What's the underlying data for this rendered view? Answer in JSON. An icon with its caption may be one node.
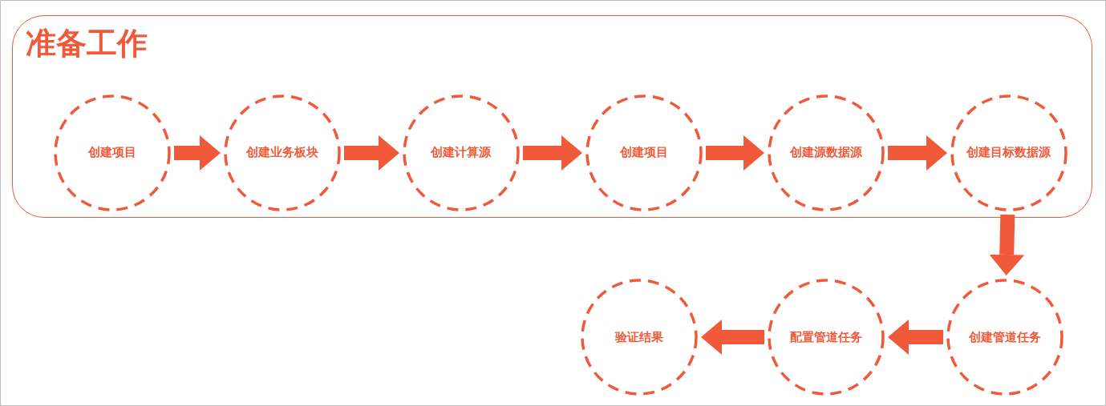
{
  "diagram": {
    "nodes": [
      {
        "text": [
          "准备工作"
        ]
      },
      {
        "text": [
          "创建项目"
        ],
        "in": 0
      },
      {
        "text": [
          "创建业务板块"
        ],
        "in": 0
      },
      {
        "text": [
          "创建计算源"
        ],
        "in": 0
      },
      {
        "text": [
          "创建项目"
        ],
        "in": 0
      },
      {
        "text": [
          "创建源数据源"
        ],
        "in": 0
      },
      {
        "text": [
          "创建目标数据源"
        ],
        "in": 0
      },
      {
        "text": [
          "创建管道任务"
        ]
      },
      {
        "text": [
          "配置管道任务"
        ]
      },
      {
        "text": [
          "验证结果"
        ]
      }
    ],
    "edges": [
      {
        "from": 1,
        "to": 2,
        "arrow": "to"
      },
      {
        "from": 2,
        "to": 3,
        "arrow": "to"
      },
      {
        "from": 3,
        "to": 4,
        "arrow": "to"
      },
      {
        "from": 4,
        "to": 5,
        "arrow": "to"
      },
      {
        "from": 5,
        "to": 6,
        "arrow": "to"
      },
      {
        "from": 6,
        "to": 7,
        "arrow": "to"
      },
      {
        "from": 7,
        "to": 8,
        "arrow": "to"
      },
      {
        "from": 8,
        "to": 9,
        "arrow": "to"
      }
    ]
  }
}
